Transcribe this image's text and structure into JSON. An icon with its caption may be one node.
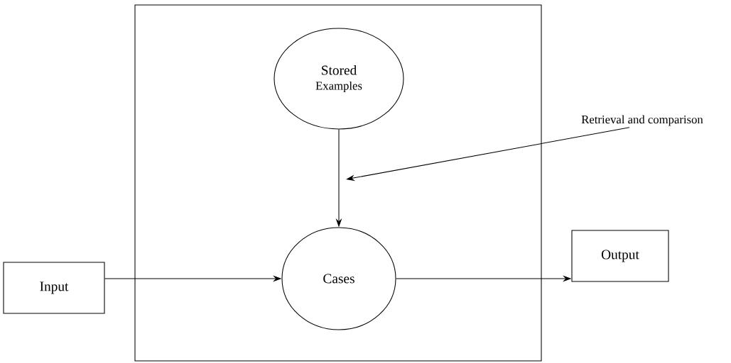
{
  "diagram": {
    "nodes": [
      {
        "text": [],
        "shape": "box"
      },
      {
        "text": [
          "Stored",
          "Examples"
        ],
        "in": 0
      },
      {
        "text": [
          "Cases"
        ],
        "in": 0
      },
      {
        "text": [
          "Input"
        ]
      },
      {
        "text": [
          "Output"
        ]
      },
      {
        "text": [
          "Retrieval and comparison"
        ]
      }
    ],
    "edges": [
      {
        "from": 1,
        "to": 2,
        "arrow": "to"
      },
      {
        "from": 3,
        "to": 2,
        "arrow": "to"
      },
      {
        "from": 2,
        "to": 4,
        "arrow": "to"
      },
      {
        "from": 5,
        "to": null,
        "arrow": "to"
      }
    ]
  }
}
